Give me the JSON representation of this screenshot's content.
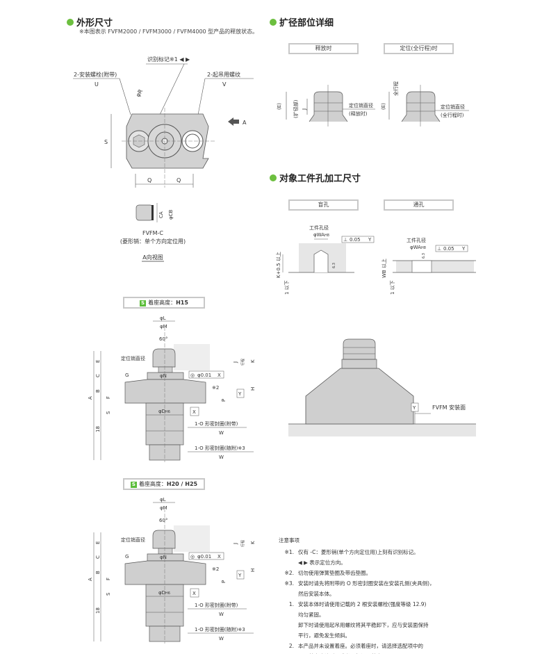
{
  "outline": {
    "title": "外形尺寸",
    "note": "※本图表示 FVFM2000 / FVFM3000 / FVFM4000 型产品的释放状态。",
    "labels": {
      "mark": "识别标记※1 ◀ ▶",
      "bolt": "2-安装螺栓(附带)",
      "U": "U",
      "thread": "2-起吊用螺纹",
      "V": "V",
      "R": "φR",
      "S": "S",
      "Q1": "Q",
      "Q2": "Q",
      "A_arrow": "A"
    },
    "sub": {
      "model": "FVFM-C",
      "desc": "(菱形销：单个方向定位用)",
      "view": "A向视图",
      "CA": "CA",
      "CB": "φCB"
    }
  },
  "expand": {
    "title": "扩径部位详细",
    "tabs": [
      "释放时",
      "定位(全行程)时"
    ],
    "left": {
      "E": "(E)",
      "J": "J",
      "range": "(扩径部)",
      "pin": "定位销直径",
      "state": "(释放时)"
    },
    "right": {
      "E": "(E)",
      "stroke": "全行程",
      "pin": "定位销直径",
      "state": "(全行程时)"
    }
  },
  "hole": {
    "title": "对象工件孔加工尺寸",
    "tabs": [
      "盲孔",
      "通孔"
    ],
    "blind": {
      "label": "工件孔径",
      "dia": "φWA",
      "sub": "H8",
      "tol": "0.05",
      "datum": "Y",
      "depth": "K+0.5 以上",
      "min": "1 以下",
      "ra": "6.3"
    },
    "through": {
      "label": "工件孔径",
      "dia": "φWA",
      "sub": "H8",
      "tol": "0.05",
      "datum": "Y",
      "depth": "WB 以上",
      "min": "1 以下",
      "ra": "6.3"
    }
  },
  "seat": [
    {
      "badge": "S",
      "label": "着座高度：",
      "value": "H15"
    },
    {
      "badge": "S",
      "label": "着座高度：",
      "value": "H20 / H25"
    }
  ],
  "dims": {
    "L": "φL",
    "M": "φM",
    "angle": "60°",
    "pin": "定位销直径",
    "E": "E",
    "C": "C",
    "B": "B",
    "A": "A",
    "F": "F",
    "S": "S",
    "h18": "18",
    "G": "G",
    "N": "φN",
    "coax": "φ0.01",
    "X": "X",
    "ref2": "※2",
    "Y": "Y",
    "H": "H",
    "P": "P",
    "D": "φD",
    "Dsub": "H6",
    "J": "J",
    "K": "K",
    "stroke": "行程",
    "oring1": "1-O 形密封圈(附带)",
    "W1": "W",
    "oring2": "1-O 形密封圈(随附)※3",
    "W2": "W"
  },
  "mount": {
    "Y": "Y",
    "label": "FVFM 安装面"
  },
  "notes": {
    "title": "注意事项",
    "items": [
      {
        "k": "※1.",
        "lines": [
          "仅有 -C：菱形销(单个方向定位用)上刻有识别标记。",
          "◀ ▶ 表示定位方向。"
        ]
      },
      {
        "k": "※2.",
        "lines": [
          "切勿使用弹簧垫圈及带齿垫圈。"
        ]
      },
      {
        "k": "※3.",
        "lines": [
          "安装时请先将附带的 O 形密封圈安装在安装孔侧(夹具侧)，",
          "然后安装本体。"
        ]
      },
      {
        "k": "1.",
        "lines": [
          "安装本体时请使用记载的 2 根安装螺栓(强度等级 12.9)",
          "均匀紧固。",
          "卸下时请使用起吊用螺纹将其平稳卸下，应与安装面保持",
          "平行，避免发生倾斜。"
        ]
      },
      {
        "k": "2.",
        "lines": [
          "本产品并未设置着座。必须着座时，请选择选配项中的",
          "-B：着座确认型，或者另行设置着座。"
        ]
      }
    ]
  },
  "colors": {
    "accent": "#6cbf3f",
    "part": "#cfcfcf",
    "shade": "#e6e6e6"
  }
}
